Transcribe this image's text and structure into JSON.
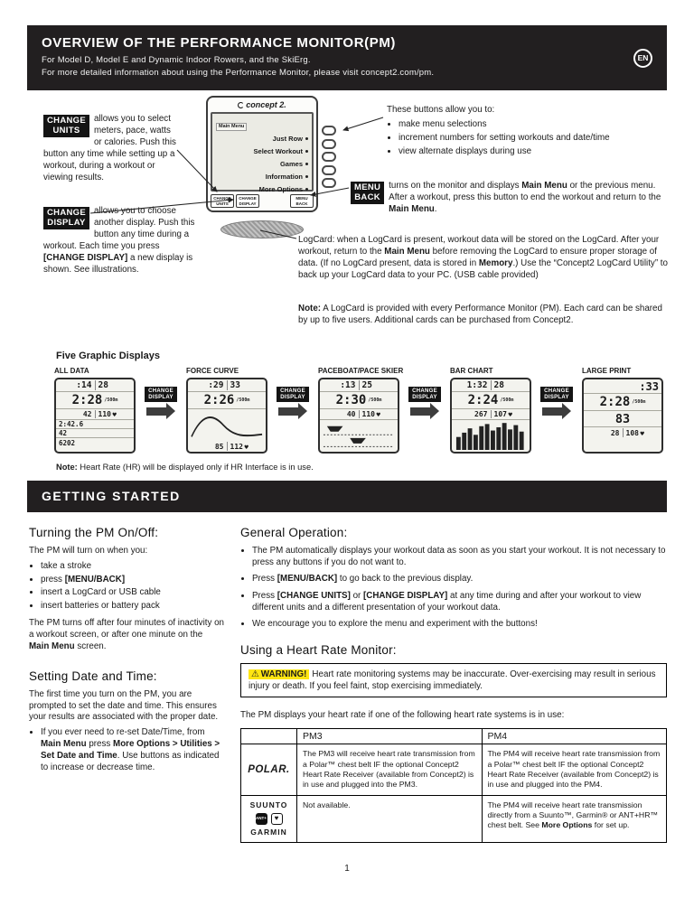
{
  "header": {
    "title": "OVERVIEW OF THE PERFORMANCE MONITOR(PM)",
    "line1": "For Model D, Model E and Dynamic Indoor Rowers, and the SkiErg.",
    "line2": "For more detailed information about using the Performance Monitor, please visit concept2.com/pm.",
    "lang_badge": "EN"
  },
  "overview": {
    "change_units_badge": [
      "CHANGE",
      "UNITS"
    ],
    "change_units_text": "allows you to select meters, pace, watts or calories. Push this button any time while setting up a workout, during a workout or viewing results.",
    "change_display_badge": [
      "CHANGE",
      "DISPLAY"
    ],
    "change_display_text": [
      {
        "t": "allows you to choose another display. Push this button any time during a workout. Each time you press "
      },
      {
        "t": "[CHANGE DISPLAY]",
        "b": true
      },
      {
        "t": " a new display is shown. See illustrations."
      }
    ],
    "buttons_info": {
      "title": "These buttons allow you to:",
      "items": [
        "make menu selections",
        "increment numbers for setting workouts and date/time",
        "view alternate displays during use"
      ]
    },
    "menu_back_badge": [
      "MENU",
      "BACK"
    ],
    "menu_back_text": [
      {
        "t": "turns on the monitor and displays "
      },
      {
        "t": "Main Menu",
        "b": true
      },
      {
        "t": " or the previous menu. After a workout, press this button to end the workout and return to the "
      },
      {
        "t": "Main Menu",
        "b": true
      },
      {
        "t": "."
      }
    ],
    "logcard_text": [
      {
        "t": "LogCard: when a LogCard is present, workout data will be stored on the LogCard. After your workout, return to the "
      },
      {
        "t": "Main Menu",
        "b": true
      },
      {
        "t": " before removing the LogCard to ensure proper storage of data. (If no LogCard present, data is stored in "
      },
      {
        "t": "Memory",
        "b": true
      },
      {
        "t": ".) Use the “Concept2 LogCard Utility” to back up your LogCard data to your PC. (USB cable provided)"
      }
    ],
    "logcard_note": [
      {
        "t": "Note:",
        "b": true
      },
      {
        "t": " A LogCard is provided with every Performance Monitor (PM). Each card can be shared by up to five users. Additional cards can be purchased from Concept2."
      }
    ],
    "monitor": {
      "logo_text": "concept 2.",
      "screen_title": "Main Menu",
      "menu_items": [
        "Just Row",
        "Select Workout",
        "Games",
        "Information",
        "More Options"
      ],
      "btn1": [
        "CHANGE",
        "UNITS"
      ],
      "btn2": [
        "CHANGE",
        "DISPLAY"
      ],
      "btn3": [
        "MENU",
        "BACK"
      ]
    }
  },
  "displays": {
    "section_title": "Five Graphic Displays",
    "connector_badge": [
      "CHANGE",
      "DISPLAY"
    ],
    "heart": "♥",
    "note": [
      {
        "t": "Note:",
        "b": true
      },
      {
        "t": " Heart Rate (HR) will be displayed only if HR Interface is in use."
      }
    ],
    "all_data": {
      "label": "ALL DATA",
      "time": ":14",
      "rate": "28",
      "pace": "2:28",
      "pace_unit": "/500m",
      "watts": "42",
      "hr": "110",
      "avg_pace": "2:42.6",
      "avg_rate": "42",
      "meters": "6202"
    },
    "force_curve": {
      "label": "FORCE CURVE",
      "time": ":29",
      "rate": "33",
      "pace": "2:26",
      "pace_unit": "/500m",
      "watts": "85",
      "hr": "112"
    },
    "paceboat": {
      "label": "PACEBOAT/PACE SKIER",
      "time": ":13",
      "rate": "25",
      "pace": "2:30",
      "pace_unit": "/500m",
      "watts": "40",
      "hr": "110"
    },
    "bar_chart": {
      "label": "BAR CHART",
      "time": "1:32",
      "rate": "28",
      "pace": "2:24",
      "pace_unit": "/500m",
      "watts": "267",
      "hr": "107"
    },
    "large_print": {
      "label": "LARGE PRINT",
      "time": ":33",
      "pace": "2:28",
      "pace_unit": "/500m",
      "big2": "83",
      "rate": "28",
      "hr": "108"
    }
  },
  "getting_started": {
    "banner": "GETTING STARTED",
    "on_off": {
      "heading": "Turning the PM On/Off:",
      "intro": "The PM will turn on when you:",
      "bullets": [
        [
          {
            "t": "take a stroke"
          }
        ],
        [
          {
            "t": "press "
          },
          {
            "t": "[MENU/BACK]",
            "b": true
          }
        ],
        [
          {
            "t": "insert a LogCard or USB cable"
          }
        ],
        [
          {
            "t": "insert batteries or battery pack"
          }
        ]
      ],
      "outro": [
        {
          "t": "The PM turns off after four minutes of inactivity on a workout screen, or after one minute on the "
        },
        {
          "t": "Main Menu",
          "b": true
        },
        {
          "t": " screen."
        }
      ]
    },
    "date_time": {
      "heading": "Setting Date and Time:",
      "intro": "The first time you turn on the PM, you are prompted to set the date and time. This ensures your results are associated with the proper date.",
      "bullets": [
        [
          {
            "t": "If you ever need to re-set Date/Time, from "
          },
          {
            "t": "Main Menu",
            "b": true
          },
          {
            "t": " press "
          },
          {
            "t": "More Options > Utilities > Set Date and Time",
            "b": true
          },
          {
            "t": ". Use buttons as indicated to increase or decrease time."
          }
        ]
      ]
    },
    "general": {
      "heading": "General Operation:",
      "bullets": [
        [
          {
            "t": "The PM automatically displays your workout data as soon as you start your workout. It is not necessary to press any buttons if you do not want to."
          }
        ],
        [
          {
            "t": "Press "
          },
          {
            "t": "[MENU/BACK]",
            "b": true
          },
          {
            "t": " to go back to the previous display."
          }
        ],
        [
          {
            "t": "Press "
          },
          {
            "t": "[CHANGE UNITS]",
            "b": true
          },
          {
            "t": " or "
          },
          {
            "t": "[CHANGE DISPLAY]",
            "b": true
          },
          {
            "t": " at any time during and after your workout to view different units and a different presentation of your workout data."
          }
        ],
        [
          {
            "t": "We encourage you to explore the menu and experiment with the buttons!"
          }
        ]
      ]
    },
    "hrm": {
      "heading": "Using a Heart Rate Monitor:",
      "warning_icon": "⚠",
      "warning_label": "WARNING!",
      "warning_text": "Heart rate monitoring systems may be inaccurate. Over-exercising may result in serious injury or death. If you feel faint, stop exercising immediately.",
      "intro": "The PM displays your heart rate if one of the following heart rate systems is in use:",
      "table": {
        "col_pm3": "PM3",
        "col_pm4": "PM4",
        "polar_brand": "POLAR.",
        "polar_pm3": "The PM3 will receive heart rate transmission from a Polar™ chest belt IF the optional Concept2 Heart Rate Receiver (available from Concept2) is in use and plugged into the PM3.",
        "polar_pm4": "The PM4 will receive heart rate transmission from a Polar™ chest belt IF the optional Concept2 Heart Rate Receiver (available from Concept2) is in use and plugged into the PM4.",
        "suunto_brand": "SUUNTO",
        "garmin_brand": "GARMIN",
        "ant_icon": "ANT+",
        "heart_icon": "♥",
        "row2_pm3": "Not available.",
        "row2_pm4": [
          {
            "t": "The PM4 will receive heart rate transmission directly from a Suunto™, Garmin® or ANT+HR™ chest belt. See "
          },
          {
            "t": "More Options",
            "b": true
          },
          {
            "t": " for set up."
          }
        ]
      }
    }
  },
  "footer": {
    "page_number": "1"
  }
}
